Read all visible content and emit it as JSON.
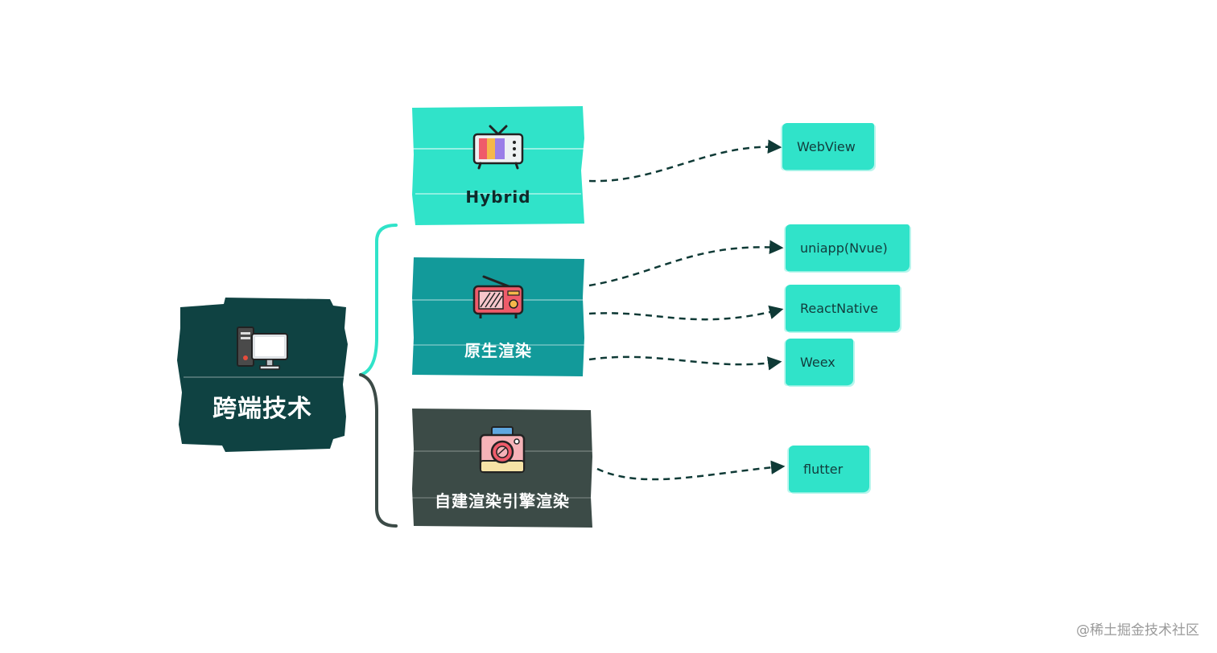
{
  "colors": {
    "root": "#0f4242",
    "hybrid": "#30e3c9",
    "native": "#129a9a",
    "engine": "#3c4b47",
    "leaf": "#30e3c9",
    "arrow": "#0f3a36",
    "bracket_top": "#30e3c9",
    "bracket_bottom": "#3c4b47"
  },
  "root": {
    "label": "跨端技术",
    "icon": "desktop-computer-icon"
  },
  "branches": [
    {
      "id": "hybrid",
      "label": "Hybrid",
      "icon": "tv-icon"
    },
    {
      "id": "native",
      "label": "原生渲染",
      "icon": "radio-icon"
    },
    {
      "id": "engine",
      "label": "自建渲染引擎渲染",
      "icon": "camera-icon"
    }
  ],
  "leaves": [
    {
      "id": "webview",
      "label": "WebView",
      "parent": "hybrid"
    },
    {
      "id": "uniapp",
      "label": "uniapp(Nvue)",
      "parent": "native"
    },
    {
      "id": "reactnative",
      "label": "ReactNative",
      "parent": "native"
    },
    {
      "id": "weex",
      "label": "Weex",
      "parent": "native"
    },
    {
      "id": "flutter",
      "label": "flutter",
      "parent": "engine"
    }
  ],
  "watermark": "@稀土掘金技术社区"
}
